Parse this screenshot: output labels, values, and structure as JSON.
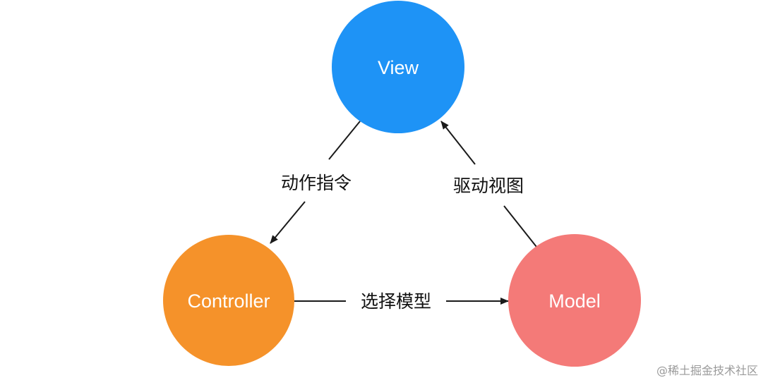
{
  "nodes": {
    "view": {
      "label": "View",
      "color": "#1E93F6"
    },
    "controller": {
      "label": "Controller",
      "color": "#F5922A"
    },
    "model": {
      "label": "Model",
      "color": "#F47A78"
    }
  },
  "edges": {
    "view_to_controller": "动作指令",
    "model_to_view": "驱动视图",
    "controller_to_model": "选择模型"
  },
  "watermark": "@稀土掘金技术社区"
}
